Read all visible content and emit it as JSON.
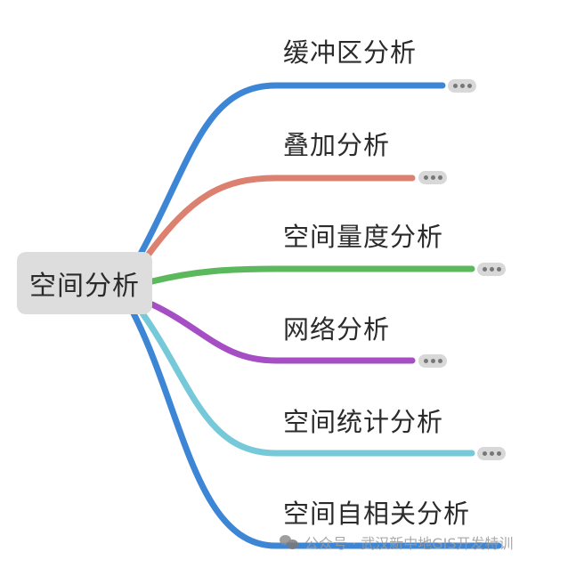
{
  "root": {
    "label": "空间分析"
  },
  "branches": [
    {
      "label": "缓冲区分析",
      "color": "#3d86d6",
      "more": "more-options"
    },
    {
      "label": "叠加分析",
      "color": "#dc8070",
      "more": "more-options"
    },
    {
      "label": "空间量度分析",
      "color": "#5cb85c",
      "more": "more-options"
    },
    {
      "label": "网络分析",
      "color": "#a64ec4",
      "more": "more-options"
    },
    {
      "label": "空间统计分析",
      "color": "#76c9d9",
      "more": "more-options"
    },
    {
      "label": "空间自相关分析",
      "color": "#3d86d6",
      "more": ""
    }
  ],
  "watermark": {
    "text": "公众号 · 武汉新中地GIS开发特训"
  }
}
